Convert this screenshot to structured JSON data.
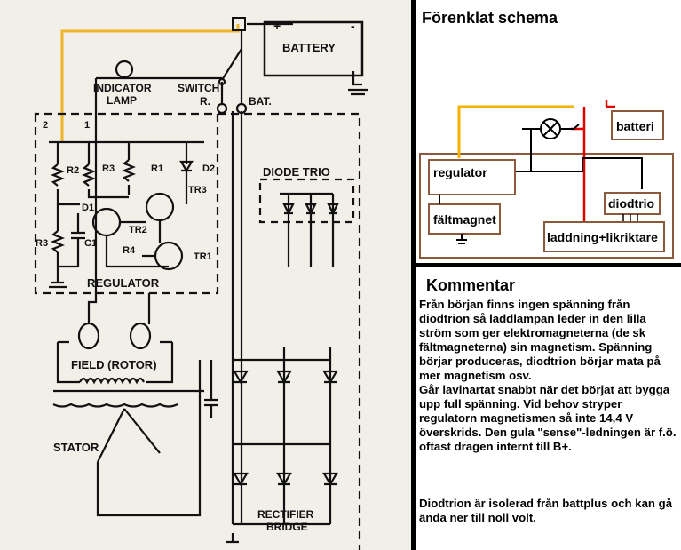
{
  "schematic": {
    "labels": {
      "battery": "BATTERY",
      "indicator_lamp": "INDICATOR\nLAMP",
      "switch": "SWITCH",
      "switch_r": "R.",
      "bat": "BAT.",
      "diode_trio": "DIODE  TRIO",
      "regulator": "REGULATOR",
      "field_rotor": "FIELD (ROTOR)",
      "stator": "STATOR",
      "rectifier_bridge": "RECTIFIER\nBRIDGE",
      "r1": "R1",
      "r2": "R2",
      "r3": "R3",
      "r4": "R4",
      "d1": "D1",
      "d2": "D2",
      "c1": "C1",
      "tr1": "TR1",
      "tr2": "TR2",
      "tr3": "TR3",
      "terminal_2": "2",
      "terminal_1": "1",
      "plus": "+",
      "minus": "-"
    },
    "colors": {
      "sense_wire": "#f0b429",
      "line": "#111111"
    }
  },
  "simplified": {
    "title": "Förenklat schema",
    "battery": "batteri",
    "regulator": "regulator",
    "field_magnet": "fältmagnet",
    "diode_trio": "diodtrio",
    "charge_rectifier": "laddning+likriktare",
    "colors": {
      "sense_wire": "#f5b000",
      "red_wire": "#e00000",
      "box": "#8b5a3c",
      "wire": "#000000"
    }
  },
  "comment": {
    "title": "Kommentar",
    "body": "Från början finns ingen spänning från diodtrion så laddlampan leder in den lilla ström som ger elektromagneterna (de sk fältmagneterna) sin magnetism. Spänning börjar produceras, diodtrion börjar mata på mer magnetism osv.\nGår lavinartat snabbt när det börjat att bygga upp full spänning. Vid behov stryper regulatorn magnetismen så inte 14,4 V överskrids. Den gula \"sense\"-ledningen är f.ö. oftast dragen internt till B+.",
    "footer": "Diodtrion är isolerad från battplus och kan gå ända ner till noll volt."
  }
}
